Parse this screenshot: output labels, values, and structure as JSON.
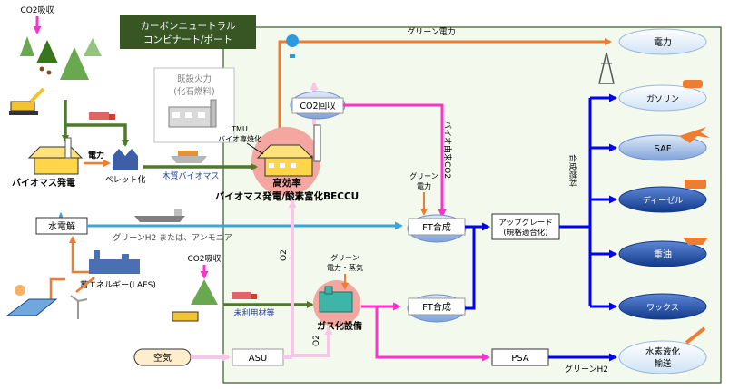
{
  "region": {
    "title_line1": "カーボンニュートラル",
    "title_line2": "コンビナート/ポート"
  },
  "nodes": {
    "co2_capture_top": "CO2吸収",
    "biomass_power": "バイオマス発電",
    "pelletize": "ペレット化",
    "power_label": "電力",
    "wood_biomass": "木質バイオマス",
    "existing_thermal_l1": "既設火力",
    "existing_thermal_l2": "(化石燃料)",
    "tmu_l1": "TMU",
    "tmu_l2": "バイオ専焼化",
    "beccu_l1": "高効率",
    "beccu_l2": "バイオマス発電/酸素富化BECCU",
    "co2_recovery": "CO2回収",
    "bio_co2": "バイオ由来CO2",
    "green_power_small_l1": "グリーン",
    "green_power_small_l2": "電力",
    "ft_synthesis_1": "FT合成",
    "ft_synthesis_2": "FT合成",
    "upgrade_l1": "アップグレード",
    "upgrade_l2": "(規格適合化)",
    "synthetic_fuel": "合成燃料",
    "water_electrolysis": "水電解",
    "h2_or_ammonia": "グリーンH2 または、アンモニア",
    "storage": "蓄エネルギー(LAES)",
    "co2_capture_bottom": "CO2吸収",
    "unused_materials": "未利用材等",
    "green_power_steam_l1": "グリーン",
    "green_power_steam_l2": "電力・蒸気",
    "gasifier": "ガス化設備",
    "o2_upper": "O2",
    "o2_lower": "O2",
    "air": "空気",
    "asu": "ASU",
    "psa": "PSA",
    "green_h2": "グリーンH2",
    "green_power_top": "グリーン電力"
  },
  "outputs": {
    "electricity": "電力",
    "gasoline": "ガソリン",
    "saf": "SAF",
    "diesel": "ディーゼル",
    "heavy_oil": "重油",
    "wax": "ワックス",
    "h2_transport_l1": "水素液化",
    "h2_transport_l2": "輸送"
  },
  "colors": {
    "green_arrow": "#4e7a2a",
    "blue_arrow": "#0000ff",
    "cyan_arrow": "#3aa6dd",
    "magenta_arrow": "#ff33cc",
    "orange_arrow": "#ed7d31",
    "pink_arrow": "#f7c6e8",
    "region_header": "#375623",
    "region_fill": "#f1f8ea",
    "beccu_circle": "#f4a6a0",
    "fuel_bubble_dark": "#1f4ea3",
    "fuel_bubble_light": "#e6f1fb"
  }
}
